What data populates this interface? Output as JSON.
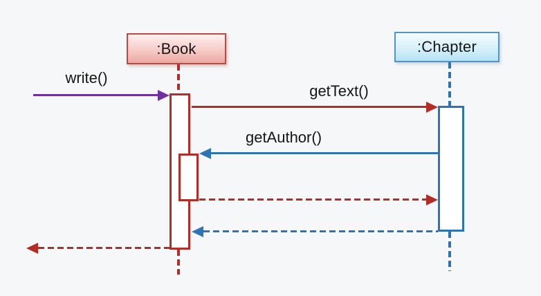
{
  "diagram": {
    "type": "uml-sequence",
    "background": "#f6f7f9",
    "lifelines": [
      {
        "label": ":Book",
        "accent_color": "#b42c26",
        "head_fill": "#f2b9b4",
        "head_border": "#bb4a44"
      },
      {
        "label": ":Chapter",
        "accent_color": "#2e74b5",
        "head_fill": "#c5e9f7",
        "head_border": "#4f95c6"
      }
    ],
    "messages": [
      {
        "label": "write()",
        "kind": "call",
        "line_style": "solid",
        "color": "#7030a0",
        "from": "external",
        "to": ":Book",
        "direction": "right"
      },
      {
        "label": "getText()",
        "kind": "call",
        "line_style": "solid",
        "color": "#b42c26",
        "from": ":Book",
        "to": ":Chapter",
        "direction": "right"
      },
      {
        "label": "getAuthor()",
        "kind": "call",
        "line_style": "solid",
        "color": "#2e74b5",
        "from": ":Chapter",
        "to": ":Book",
        "direction": "left"
      },
      {
        "label": "",
        "kind": "return",
        "line_style": "dashed",
        "color": "#b42c26",
        "from": ":Book",
        "to": ":Chapter",
        "direction": "right"
      },
      {
        "label": "",
        "kind": "return",
        "line_style": "dashed",
        "color": "#2e74b5",
        "from": ":Chapter",
        "to": ":Book",
        "direction": "left"
      },
      {
        "label": "",
        "kind": "return",
        "line_style": "dashed",
        "color": "#b42c26",
        "from": ":Book",
        "to": "external",
        "direction": "left"
      }
    ]
  }
}
